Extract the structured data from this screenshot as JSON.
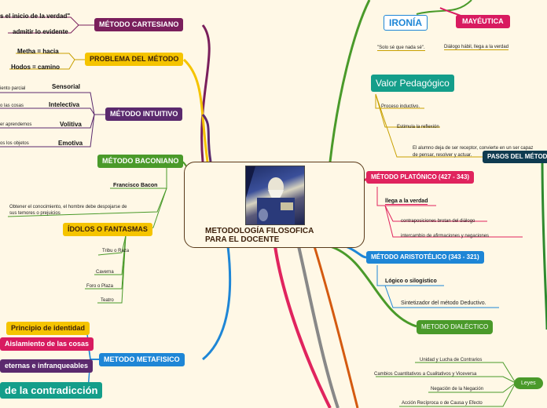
{
  "center": {
    "title_line1": "METODOLOGÍA FILOSOFICA",
    "title_line2": "PARA EL DOCENTE"
  },
  "left": {
    "cartesiano": {
      "label": "MÉTODO CARTESIANO",
      "color": "#7a1f5c",
      "leaf_verdad": "s el inicio de la verdad\"",
      "leaf_evidente": "admitir lo evidente"
    },
    "problema": {
      "label": "PROBLEMA DEL MÉTODO",
      "color": "#f5c400",
      "metha": "Metha = hacia",
      "hodos": "Hodos = camino"
    },
    "intuitivo": {
      "label": "MÉTODO INTUITIVO",
      "color": "#5b2a6e",
      "sensorial": "Sensorial",
      "sensorial_sub": "iento parcial",
      "intelectiva": "Intelectiva",
      "intelectiva_sub": "o las cosas",
      "volitiva": "Volitiva",
      "volitiva_sub": "er aprendemos",
      "emotiva": "Emotiva",
      "emotiva_sub": "os los objetos"
    },
    "baconiano": {
      "label": "MÉTODO BACONIANO",
      "color": "#4a9a2a",
      "francisco": "Francisco Bacon",
      "obtener_1": "Obtener el conocimiento, el hombre debe despojarse de",
      "obtener_2": "sus temores o prejuicios",
      "idolos": "ÍDOLOS O FANTASMAS",
      "tribu": "Tribu o Raza",
      "caverna": "Caverna",
      "foro": "Foro o Plaza",
      "teatro": "Teatro"
    },
    "metafisico": {
      "label": "METODO METAFISICO",
      "color": "#1e86d6",
      "identidad": "Principio de identidad",
      "aislamiento": "Aislamiento de las cosas",
      "eternas": "eternas e infranqueables",
      "contradiccion": "de la contradicción"
    }
  },
  "right": {
    "ironia": "IRONÍA",
    "ironia_sub": "\"Solo sé que nada sé\".",
    "mayeutica": "MAYÉUTICA",
    "mayeutica_sub": "Diálogo hábil, llega a la verdad",
    "valor": "Valor Pedagógico",
    "valor_1": "Proceso inductivo.",
    "valor_2": "Estimula la reflexión",
    "valor_3a": "El alumno deja de ser receptor, convierte en un ser capaz",
    "valor_3b": "de pensar, resolver y actuar.",
    "pasos": "PASOS DEL MÉTOD",
    "platonico": {
      "label": "MÉTODO PLATÓNICO (427 - 343)",
      "llega": "llega a la verdad",
      "contra": "contraposiciones brotan del diálogo",
      "intercambio": "intercambio de afirmaciones y negaciones"
    },
    "aristotelico": {
      "label": "MÉTODO ARISTOTÉLICO (343 - 321)",
      "logico": "Lógico o silogístico",
      "sintetizador": "Sintetizador del método Deductivo."
    },
    "dialectico": {
      "label": "METODO DIALÉCTICO",
      "unidad": "Unidad y Lucha de Contrarios",
      "cambios": "Cambios Cuantitativos a Cualitativos y Viceversa",
      "negacion": "Negación de la Negación",
      "accion": "Acción Recíproca o de Causa y Efecto",
      "leyes": "Leyes"
    }
  }
}
